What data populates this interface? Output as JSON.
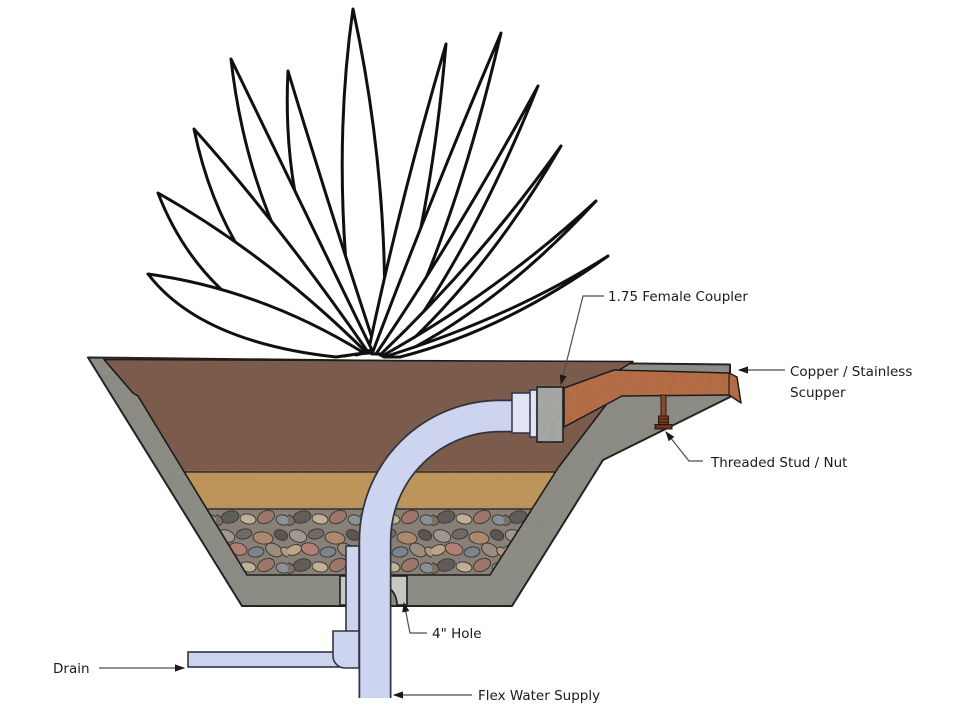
{
  "diagram": {
    "title": "Planter water feature cross-section diagram",
    "labels": {
      "coupler": "1.75 Female Coupler",
      "scupper_line1": "Copper / Stainless",
      "scupper_line2": "Scupper",
      "stud": "Threaded Stud / Nut",
      "hole": "4\" Hole",
      "drain": "Drain",
      "supply": "Flex Water Supply"
    },
    "parts": {
      "plant": "agave-plant",
      "bowl": "concrete-planter-bowl",
      "soil_layer": "soil",
      "sand_layer": "sand",
      "gravel_layer": "gravel",
      "scupper": "copper-stainless-scupper",
      "coupler_block": "1.75-female-coupler",
      "stud": "threaded-stud-nut",
      "hole_block": "4-inch-hole-block",
      "drain_pipe": "drain-pipe",
      "supply_pipe": "flex-water-supply-pipe"
    },
    "colors": {
      "soil": "#7B5B4C",
      "sand": "#C0965C",
      "concrete": "#8E8E86",
      "hole_block": "#C6C6C2",
      "pipe": "#CDD4EF",
      "pipe_collar": "#E0E4F4",
      "coupler_block": "#A9ABA8",
      "copper": "#B2673F",
      "stud": "#7A3D22",
      "outline": "#1C1C1C",
      "leader": "#4D4D4D",
      "text": "#1B1B1B"
    }
  }
}
